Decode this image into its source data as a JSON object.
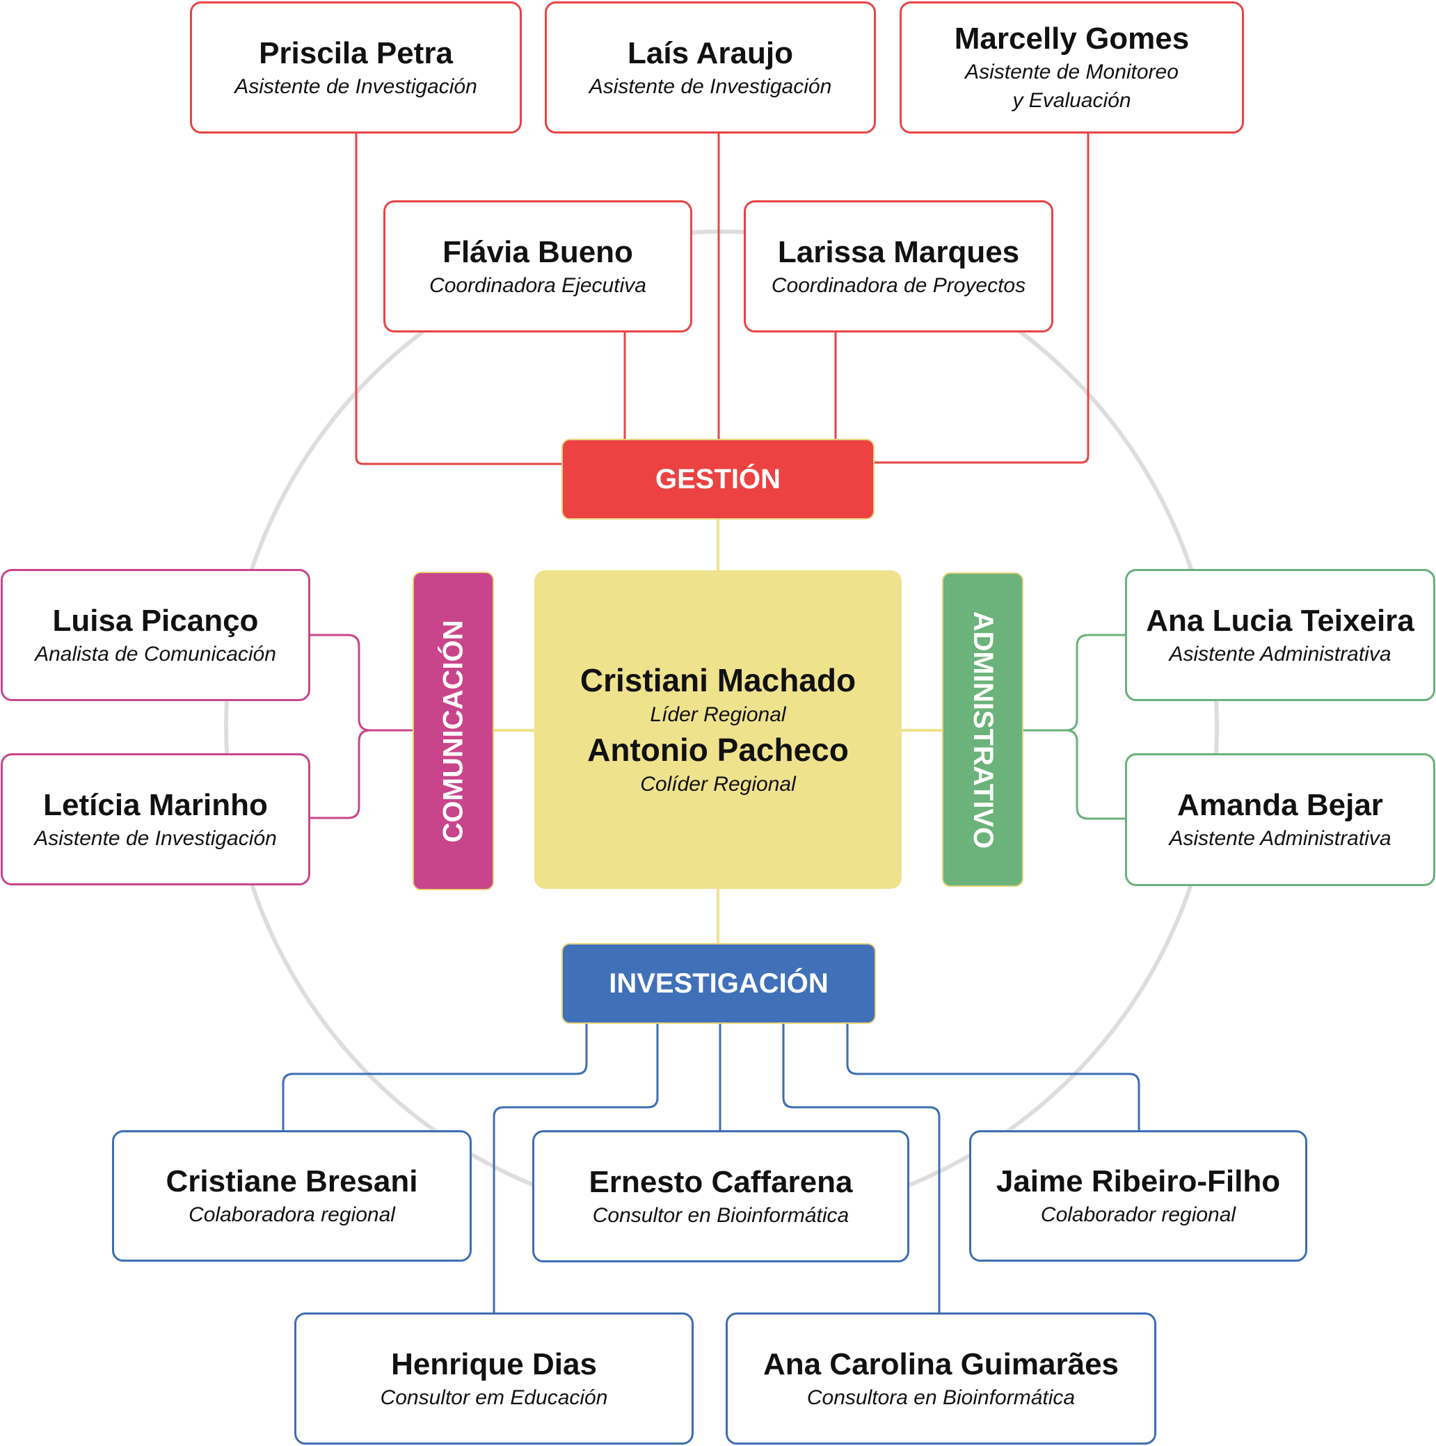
{
  "colors": {
    "gestion": "#ec4242",
    "comunicacion": "#c8458b",
    "administrativo": "#6cb27b",
    "investigacion": "#4070b8",
    "center": "#efe28d",
    "circle": "#dddddd"
  },
  "center": {
    "leaders": [
      {
        "name": "Cristiani Machado",
        "role": "Líder Regional"
      },
      {
        "name": "Antonio Pacheco",
        "role": "Colíder Regional"
      }
    ]
  },
  "departments": {
    "gestion": {
      "label": "GESTIÓN",
      "members": [
        {
          "name": "Priscila Petra",
          "role": "Asistente de Investigación"
        },
        {
          "name": "Laís Araujo",
          "role": "Asistente de Investigación"
        },
        {
          "name": "Marcelly Gomes",
          "role": "Asistente de Monitoreo\ny Evaluación"
        },
        {
          "name": "Flávia Bueno",
          "role": "Coordinadora Ejecutiva"
        },
        {
          "name": "Larissa Marques",
          "role": "Coordinadora de Proyectos"
        }
      ]
    },
    "comunicacion": {
      "label": "COMUNICACIÓN",
      "members": [
        {
          "name": "Luisa Picanço",
          "role": "Analista de Comunicación"
        },
        {
          "name": "Letícia Marinho",
          "role": "Asistente de Investigación"
        }
      ]
    },
    "administrativo": {
      "label": "ADMINISTRATIVO",
      "members": [
        {
          "name": "Ana Lucia Teixeira",
          "role": "Asistente Administrativa"
        },
        {
          "name": "Amanda Bejar",
          "role": "Asistente Administrativa"
        }
      ]
    },
    "investigacion": {
      "label": "INVESTIGACIÓN",
      "members": [
        {
          "name": "Cristiane Bresani",
          "role": "Colaboradora regional"
        },
        {
          "name": "Ernesto Caffarena",
          "role": "Consultor en Bioinformática"
        },
        {
          "name": "Jaime Ribeiro-Filho",
          "role": "Colaborador regional"
        },
        {
          "name": "Henrique Dias",
          "role": "Consultor em Educación"
        },
        {
          "name": "Ana Carolina Guimarães",
          "role": "Consultora en Bioinformática"
        }
      ]
    }
  }
}
